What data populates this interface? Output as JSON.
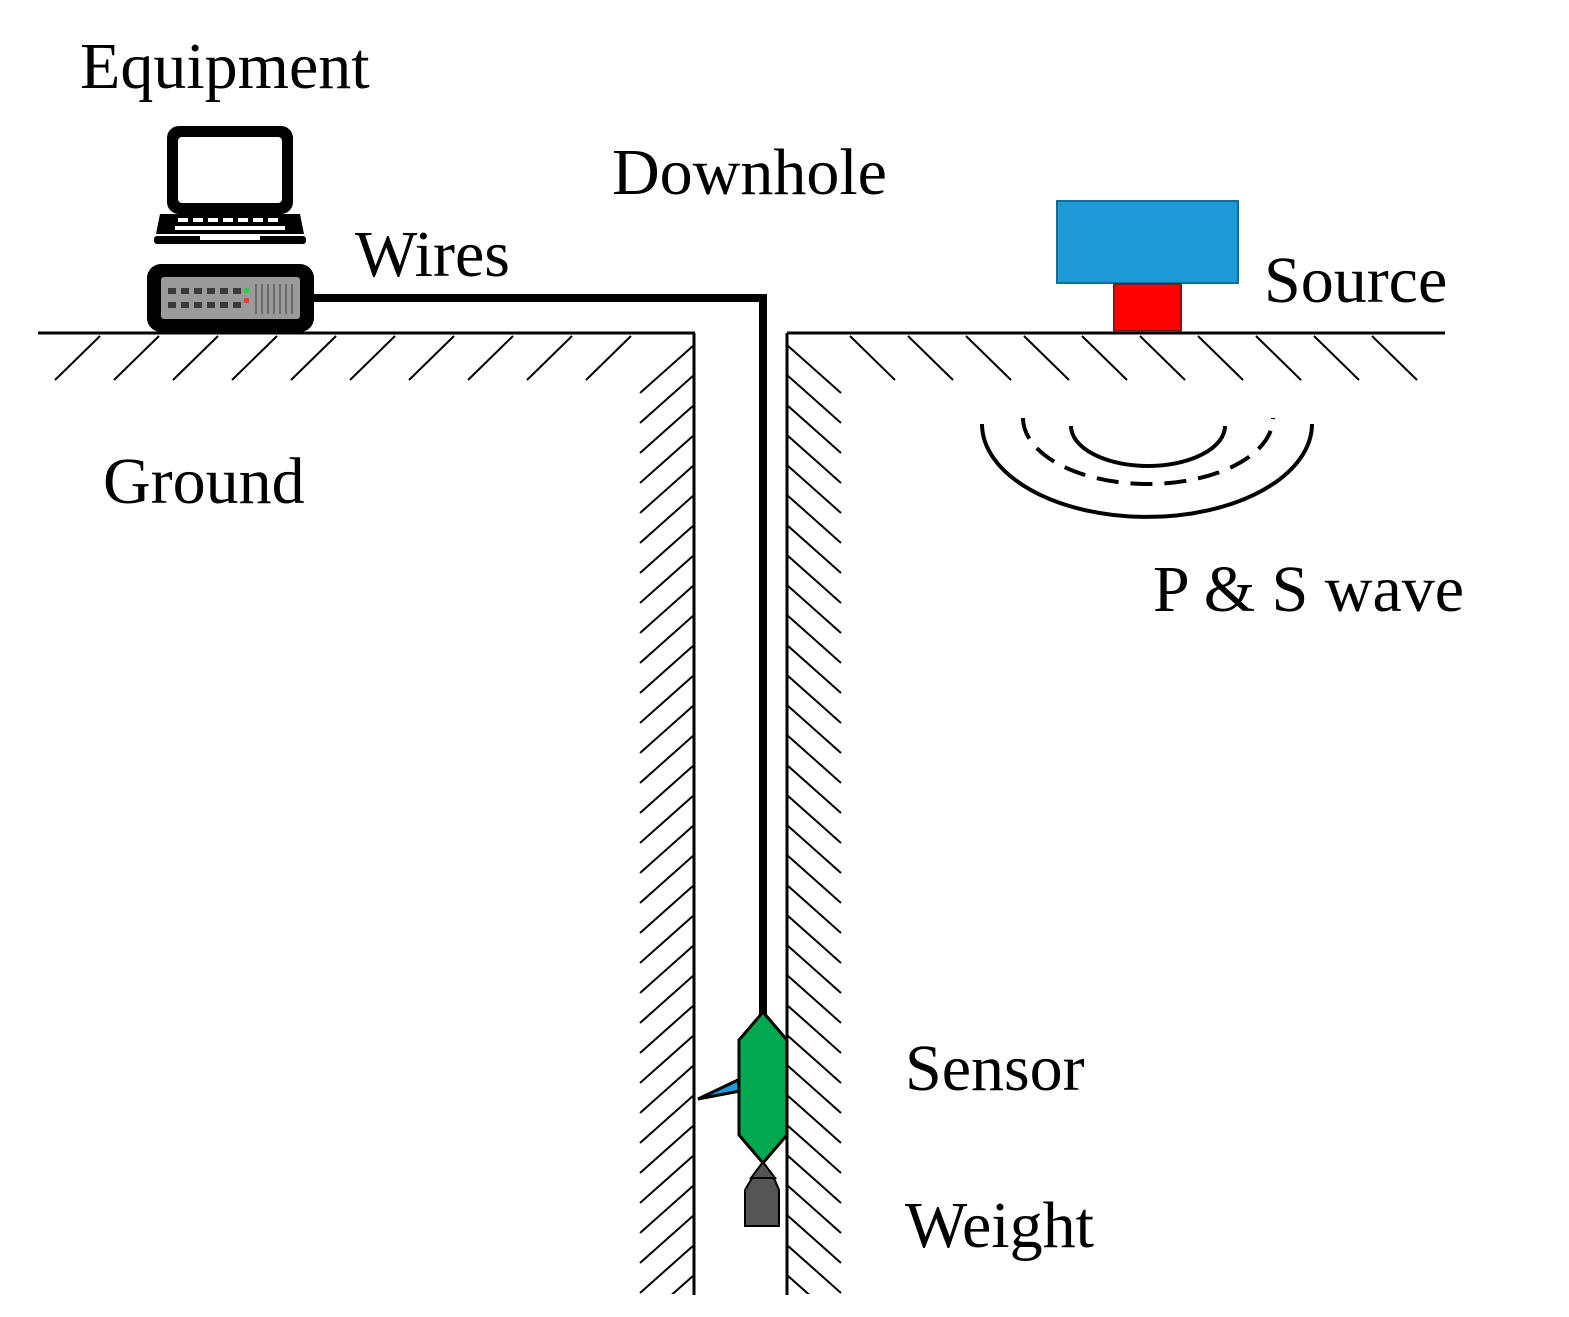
{
  "labels": {
    "equipment": "Equipment",
    "downhole": "Downhole",
    "wires": "Wires",
    "source": "Source",
    "ground": "Ground",
    "wave": "P & S wave",
    "sensor": "Sensor",
    "weight": "Weight"
  },
  "colors": {
    "line": "#000000",
    "source_plate": "#1b9ad6",
    "source_base": "#ff0000",
    "sensor": "#00a84f",
    "weight": "#555555",
    "recorder_panel": "#9a9a9a"
  },
  "icons": {
    "laptop": "laptop-icon",
    "recorder": "seismograph-recorder-icon"
  }
}
